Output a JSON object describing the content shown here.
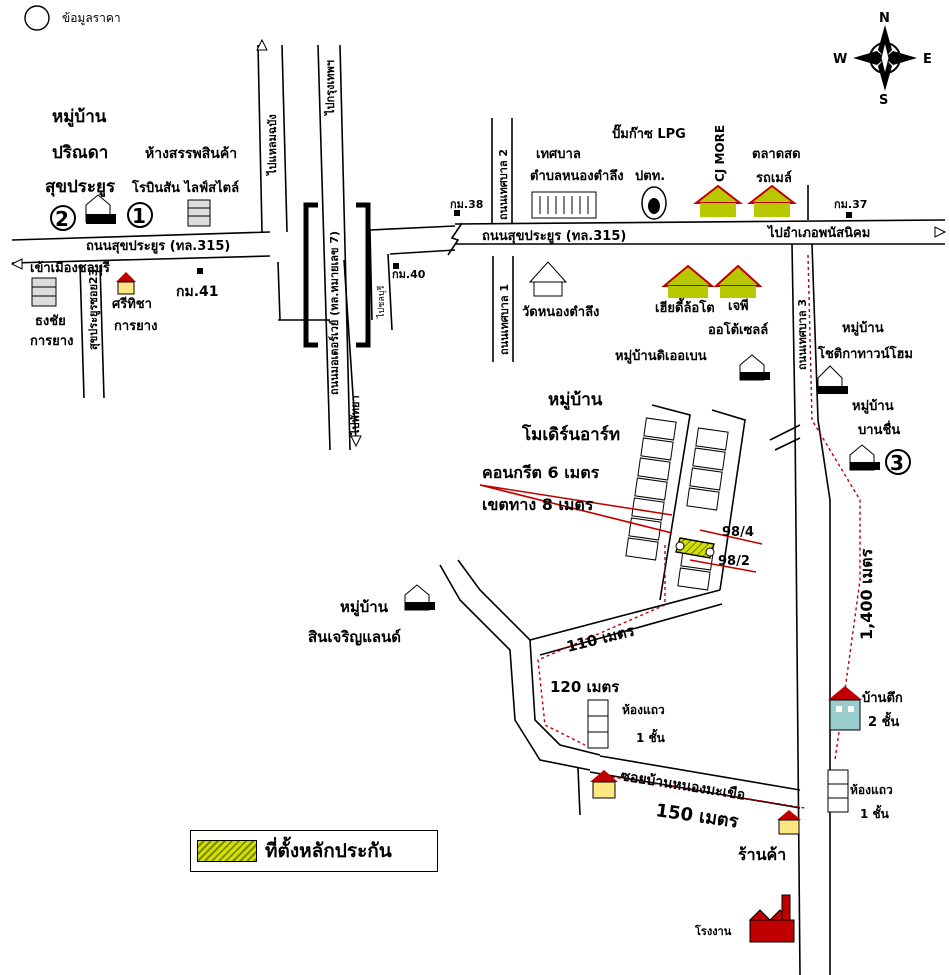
{
  "header": {
    "price_info": "ข้อมูลราคา"
  },
  "compass": {
    "n": "N",
    "s": "S",
    "e": "E",
    "w": "W"
  },
  "roads": {
    "sukprayoon_west": "ถนนสุขประยูร (ทล.315)",
    "sukprayoon_east": "ถนนสุขประยูร (ทล.315)",
    "to_chonburi": "เข้าเมืองชลบุรี",
    "to_phanatnikhom": "ไปอำเภอพนัสนิคม",
    "to_bangkok": "ไปกรุงเทพฯ",
    "to_laem_chabang": "ไปแหลมฉบัง",
    "to_pattaya": "ไปพัทยา",
    "motorway": "ถนนมอเตอร์เวย์ (ทล.หมายเลข 7)",
    "to_chonburi2": "ไปชลบุรี",
    "sukprayoon_soi23": "สุขประยูรซอย23",
    "thesaban1": "ถนนเทศบาล 1",
    "thesaban2": "ถนนเทศบาล 2",
    "thesaban3": "ถนนเทศบาล 3",
    "soi_nong_mak_kheua": "ซอยบ้านหนองมะเขือ"
  },
  "km": {
    "k38": "กม.38",
    "k37": "กม.37",
    "k40": "กม.40",
    "k41": "กม.41"
  },
  "places": {
    "parinda_1": "หมู่บ้าน",
    "parinda_2": "ปริณดา",
    "parinda_3": "สุขประยูร",
    "robinson_1": "ห้างสรรพสินค้า",
    "robinson_2": "โรบินสัน ไลฟ์สไตล์",
    "thongchai_1": "ธงชัย",
    "thongchai_2": "การยาง",
    "srithicha_1": "ศรีทิชา",
    "srithicha_2": "การยาง",
    "thesaban_office_1": "เทศบาล",
    "thesaban_office_2": "ตำบลหนองตำลึง",
    "lpg_1": "ปั๊มก๊าซ LPG",
    "lpg_2": "ปตท.",
    "cj_more": "CJ MORE",
    "market_1": "ตลาดสด",
    "market_2": "รถเมล์",
    "wat": "วัดหนองตำลึง",
    "sia_1": "เฮียดี้ล้อโต",
    "jp_1": "เจพี",
    "jp_2": "ออโต้เซลล์",
    "the_oben": "หมู่บ้านดิเออเบน",
    "sotika_1": "หมู่บ้าน",
    "sotika_2": "โชติกาทาวน์โฮม",
    "banchuen_1": "หมู่บ้าน",
    "banchuen_2": "บานชื่น",
    "modern_1": "หมู่บ้าน",
    "modern_2": "โมเดิร์นอาร์ท",
    "sincharoen_1": "หมู่บ้าน",
    "sincharoen_2": "สินเจริญแลนด์",
    "townhouse_1": "บ้านตึก",
    "townhouse_2": "2 ชั้น",
    "row_a_1": "ห้องแถว",
    "row_a_2": "1 ชั้น",
    "row_b_1": "ห้องแถว",
    "row_b_2": "1 ชั้น",
    "shop": "ร้านค้า",
    "factory": "โรงงาน"
  },
  "markers": {
    "m1": "1",
    "m2": "2",
    "m3": "3"
  },
  "measures": {
    "concrete": "คอนกรีต 6 เมตร",
    "boundary": "เขตทาง 8 เมตร",
    "d110": "110 เมตร",
    "d120": "120 เมตร",
    "d150": "150 เมตร",
    "d1400": "1,400 เมตร"
  },
  "plots": {
    "p98_4": "98/4",
    "p98_2": "98/2"
  },
  "legend": {
    "label": "ที่ตั้งหลักประกัน"
  }
}
